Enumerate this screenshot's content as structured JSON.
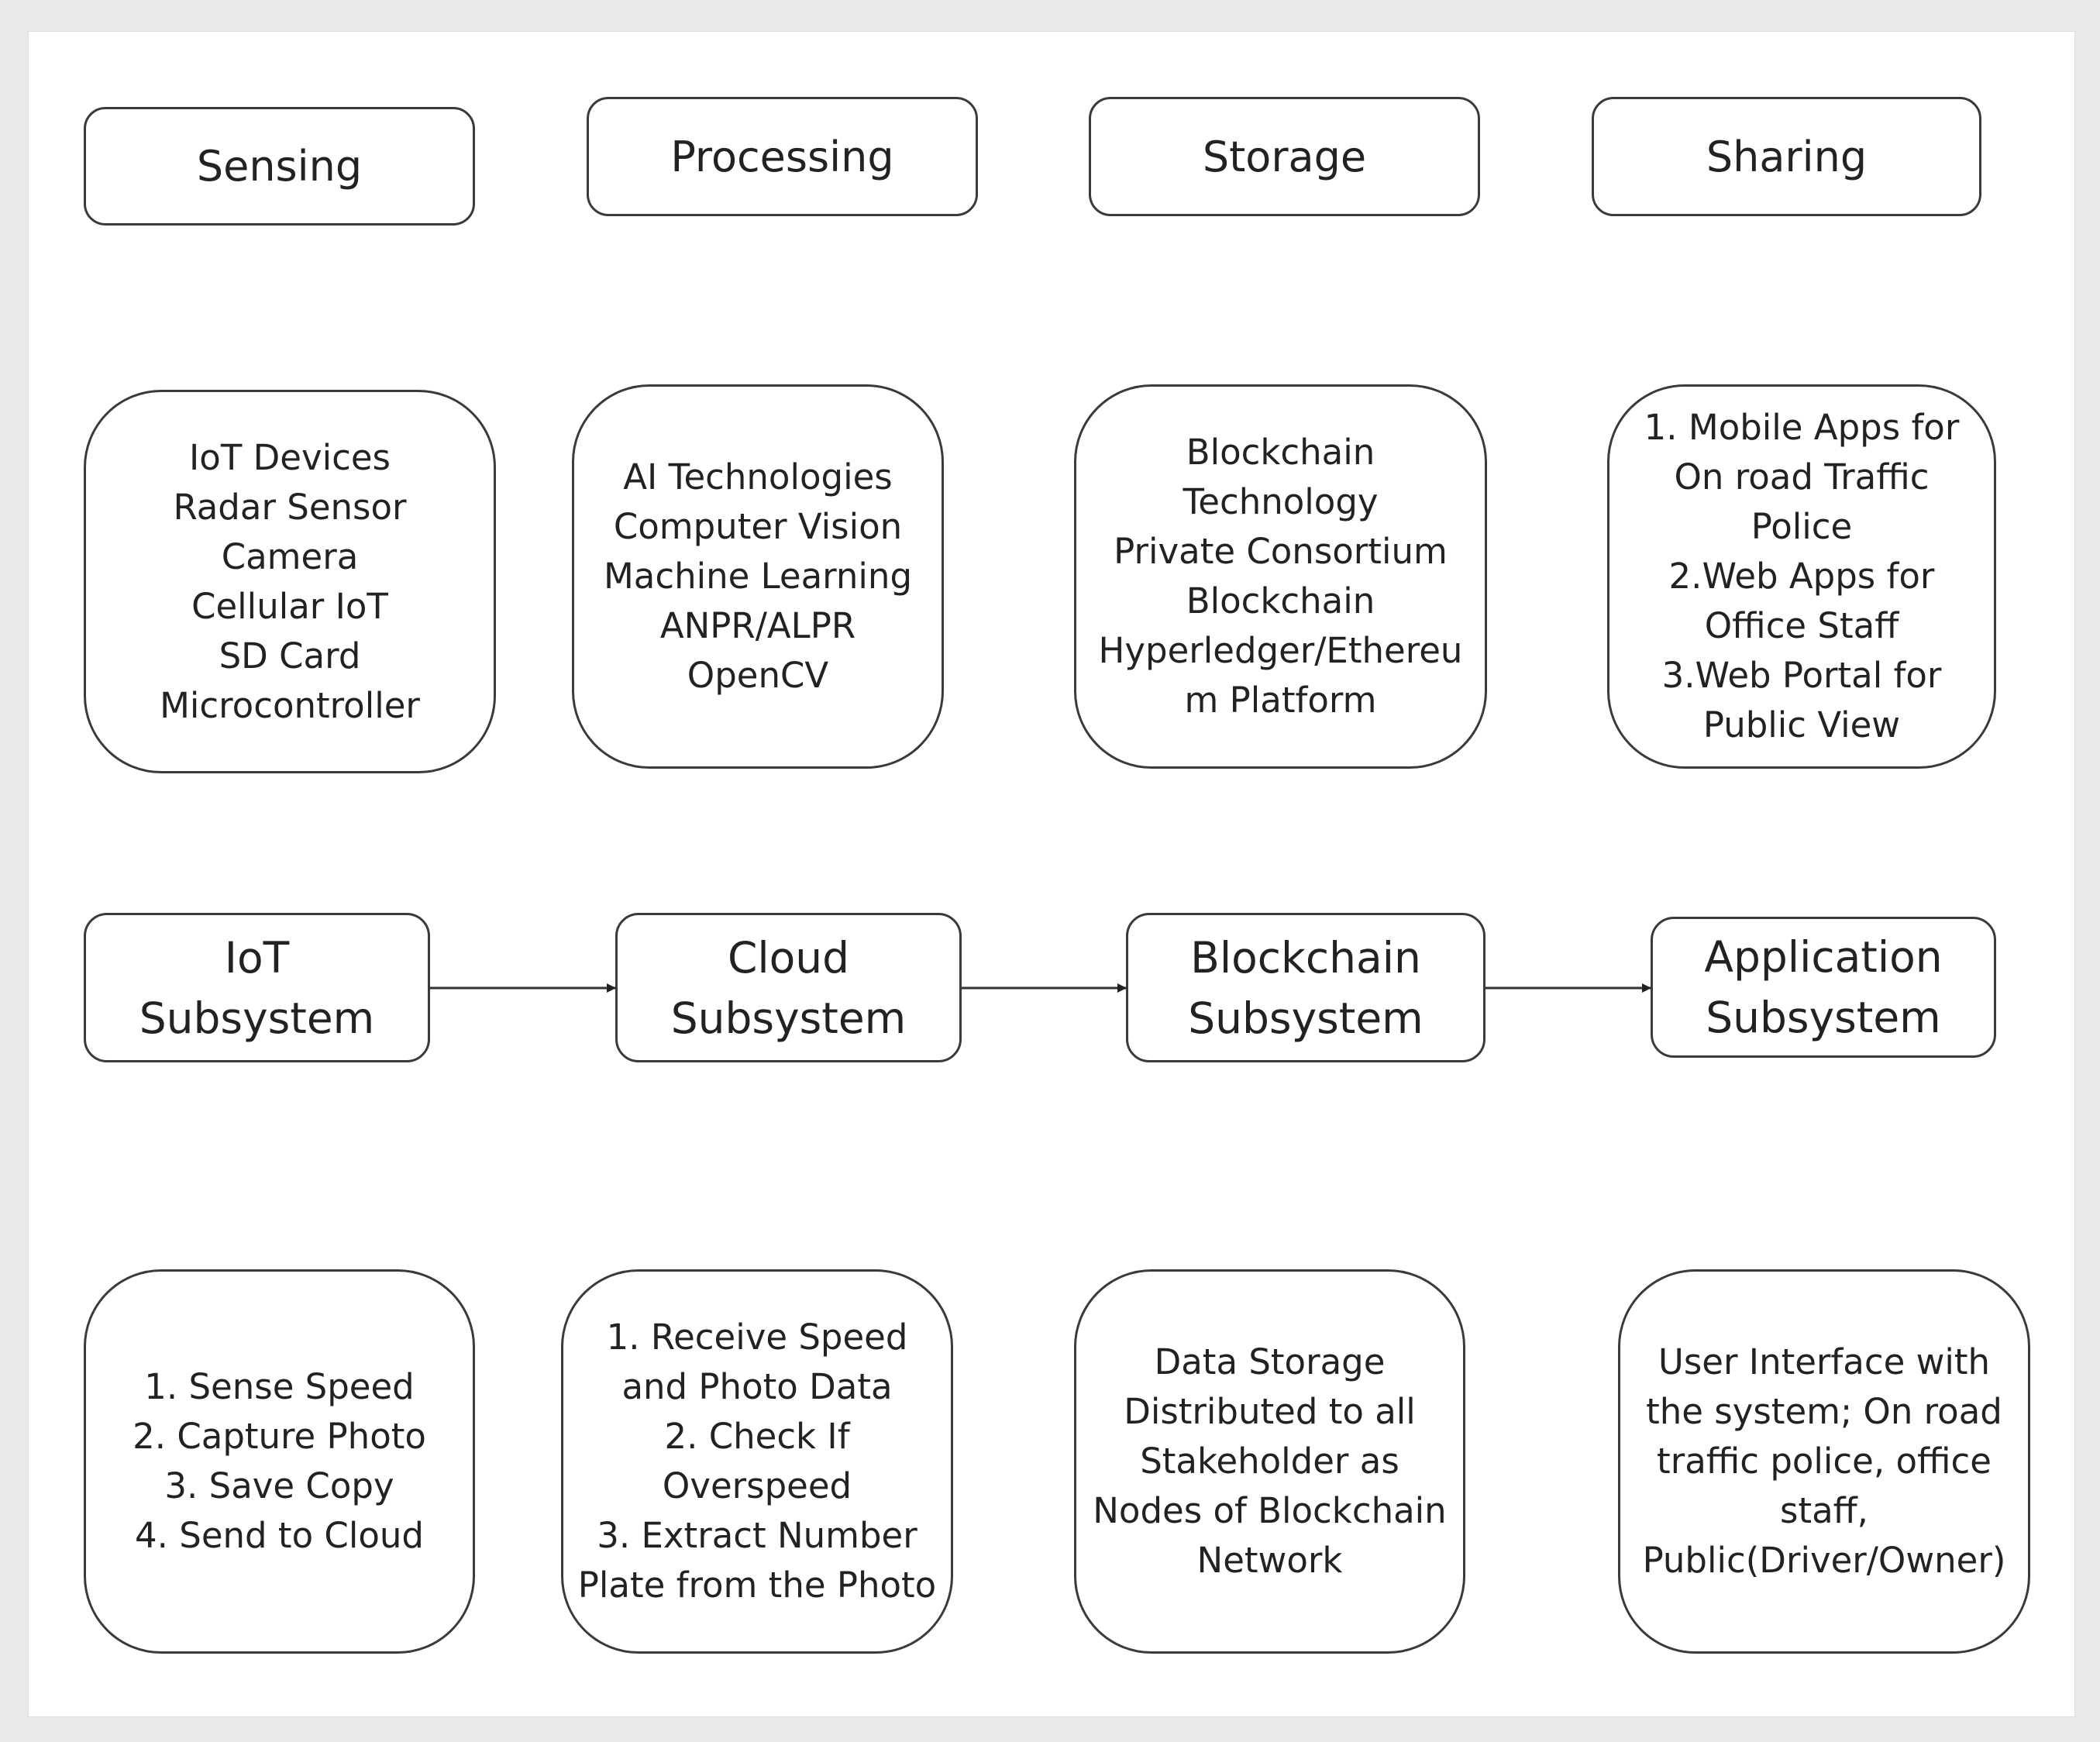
{
  "headers": [
    {
      "label": "Sensing"
    },
    {
      "label": "Processing"
    },
    {
      "label": "Storage"
    },
    {
      "label": "Sharing"
    }
  ],
  "components": [
    {
      "text": "IoT  Devices\nRadar Sensor\nCamera\nCellular IoT\nSD Card\nMicrocontroller"
    },
    {
      "text": "AI Technologies\nComputer Vision\nMachine Learning\nANPR/ALPR\nOpenCV"
    },
    {
      "text": "Blockchain\nTechnology\nPrivate Consortium\nBlockchain\nHyperledger/Ethereu\nm Platform"
    },
    {
      "text": "1. Mobile Apps for\nOn road Traffic\nPolice\n2.Web Apps for\nOffice Staff\n3.Web Portal for\nPublic View"
    }
  ],
  "subsystems": [
    {
      "label": "IoT\nSubsystem"
    },
    {
      "label": "Cloud\nSubsystem"
    },
    {
      "label": "Blockchain\nSubsystem"
    },
    {
      "label": "Application\nSubsystem"
    }
  ],
  "functions": [
    {
      "text": "1. Sense  Speed\n2. Capture Photo\n3. Save Copy\n4. Send to Cloud"
    },
    {
      "text": "1. Receive Speed\nand Photo Data\n2. Check If\nOverspeed\n3. Extract Number\nPlate from the Photo"
    },
    {
      "text": "Data Storage\nDistributed to all\nStakeholder as\nNodes of Blockchain\nNetwork"
    },
    {
      "text": "User Interface with\nthe system; On road\ntraffic police, office\nstaff,\nPublic(Driver/Owner)"
    }
  ]
}
